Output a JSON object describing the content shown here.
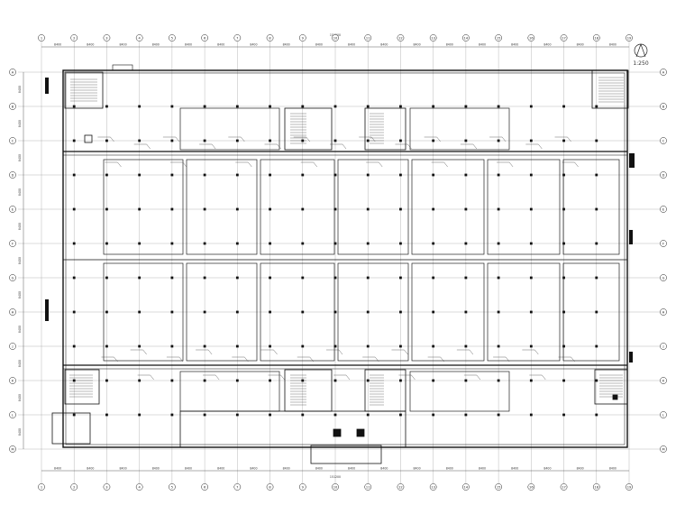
{
  "drawing": {
    "scale_label": "1:250",
    "north_icon": "north-arrow-icon"
  },
  "grid": {
    "columns": [
      "1",
      "2",
      "3",
      "4",
      "5",
      "6",
      "7",
      "8",
      "9",
      "10",
      "11",
      "12",
      "13",
      "14",
      "15",
      "16",
      "17",
      "18",
      "19"
    ],
    "rows": [
      "A",
      "B",
      "C",
      "D",
      "E",
      "F",
      "G",
      "H",
      "J",
      "K",
      "L",
      "M"
    ]
  },
  "dimensions": {
    "top": [
      "8400",
      "8400",
      "8400",
      "8400",
      "8400",
      "8400",
      "8400",
      "8400",
      "8400",
      "8400",
      "8400",
      "8400",
      "8400",
      "8400",
      "8400",
      "8400",
      "8400",
      "8400"
    ],
    "top_total": "151200",
    "bottom": [
      "8400",
      "8400",
      "8400",
      "8400",
      "8400",
      "8400",
      "8400",
      "8400",
      "8400",
      "8400",
      "8400",
      "8400",
      "8400",
      "8400",
      "8400",
      "8400",
      "8400",
      "8400"
    ],
    "bottom_total": "151200",
    "left": [
      "8400",
      "8400",
      "8400",
      "8400",
      "8400",
      "8400",
      "8400",
      "8400",
      "8400",
      "8400",
      "8400"
    ]
  },
  "colors": {
    "line": "#2a2a2a",
    "grid": "#9a9a9a",
    "wall": "#111111"
  }
}
